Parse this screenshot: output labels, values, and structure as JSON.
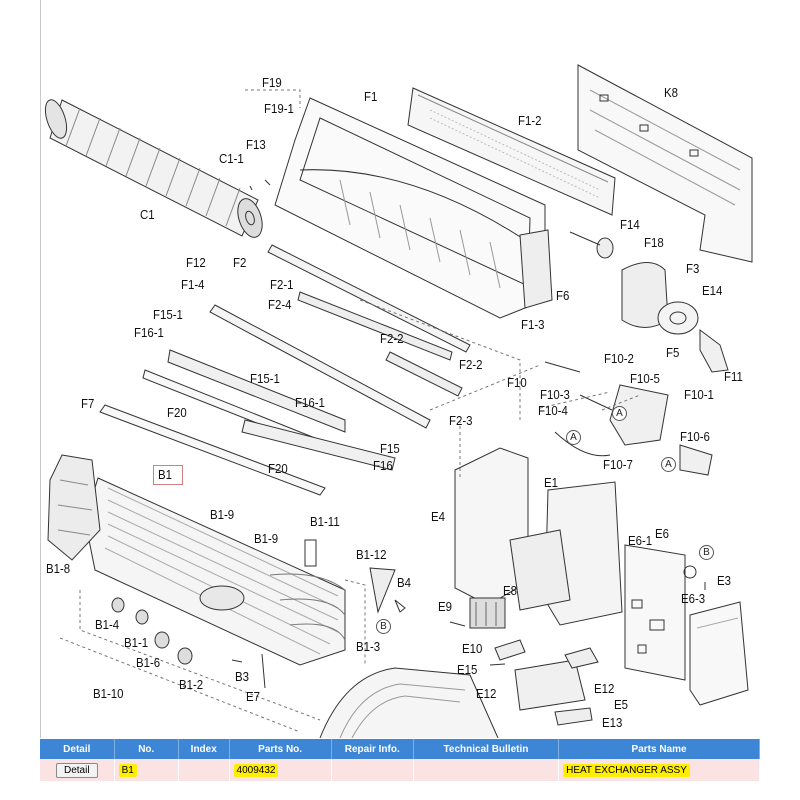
{
  "diagram": {
    "labels": {
      "f19": "F19",
      "f19_1": "F19-1",
      "f1": "F1",
      "f1_2": "F1-2",
      "k8": "K8",
      "c1_1": "C1-1",
      "f13": "F13",
      "c1": "C1",
      "f14": "F14",
      "f18": "F18",
      "f12": "F12",
      "f2": "F2",
      "f2_1": "F2-1",
      "f3": "F3",
      "f1_4": "F1-4",
      "f2_4": "F2-4",
      "f6": "F6",
      "e14": "E14",
      "f15_1a": "F15-1",
      "f16_1a": "F16-1",
      "f1_3": "F1-3",
      "f2_2a": "F2-2",
      "f5": "F5",
      "f11": "F11",
      "f2_2b": "F2-2",
      "f10_2": "F10-2",
      "f10": "F10",
      "f10_5": "F10-5",
      "f15_1b": "F15-1",
      "f10_3": "F10-3",
      "f10_1": "F10-1",
      "f7": "F7",
      "f16_1b": "F16-1",
      "f10_4": "F10-4",
      "f20a": "F20",
      "f2_3": "F2-3",
      "f10_6": "F10-6",
      "f15": "F15",
      "f16": "F16",
      "f10_7": "F10-7",
      "f20b": "F20",
      "b1": "B1",
      "e1": "E1",
      "e4": "E4",
      "b1_9a": "B1-9",
      "b1_11": "B1-11",
      "e6": "E6",
      "b1_9b": "B1-9",
      "e6_1": "E6-1",
      "b1_8": "B1-8",
      "b1_12": "B1-12",
      "e3": "E3",
      "e8": "E8",
      "b4": "B4",
      "e6_3": "E6-3",
      "e9": "E9",
      "b1_4": "B1-4",
      "b1_1": "B1-1",
      "b1_3": "B1-3",
      "e10": "E10",
      "b1_6": "B1-6",
      "e15": "E15",
      "b1_2": "B1-2",
      "b3": "B3",
      "e12a": "E12",
      "b1_10": "B1-10",
      "e12b": "E12",
      "e5": "E5",
      "e7": "E7",
      "e13": "E13",
      "circle_a": "A",
      "circle_b": "B"
    }
  },
  "table": {
    "headers": [
      "Detail",
      "No.",
      "Index",
      "Parts No.",
      "Repair Info.",
      "Technical Bulletin",
      "Parts Name"
    ],
    "row": {
      "detail_button": "Detail",
      "no": "B1",
      "index": "",
      "parts_no": "4009432",
      "repair_info": "",
      "technical_bulletin": "",
      "parts_name": "HEAT EXCHANGER ASSY"
    }
  },
  "colors": {
    "header_bg": "#3d86d6",
    "row_bg": "#fbe3e3",
    "highlight": "#ffee00"
  }
}
